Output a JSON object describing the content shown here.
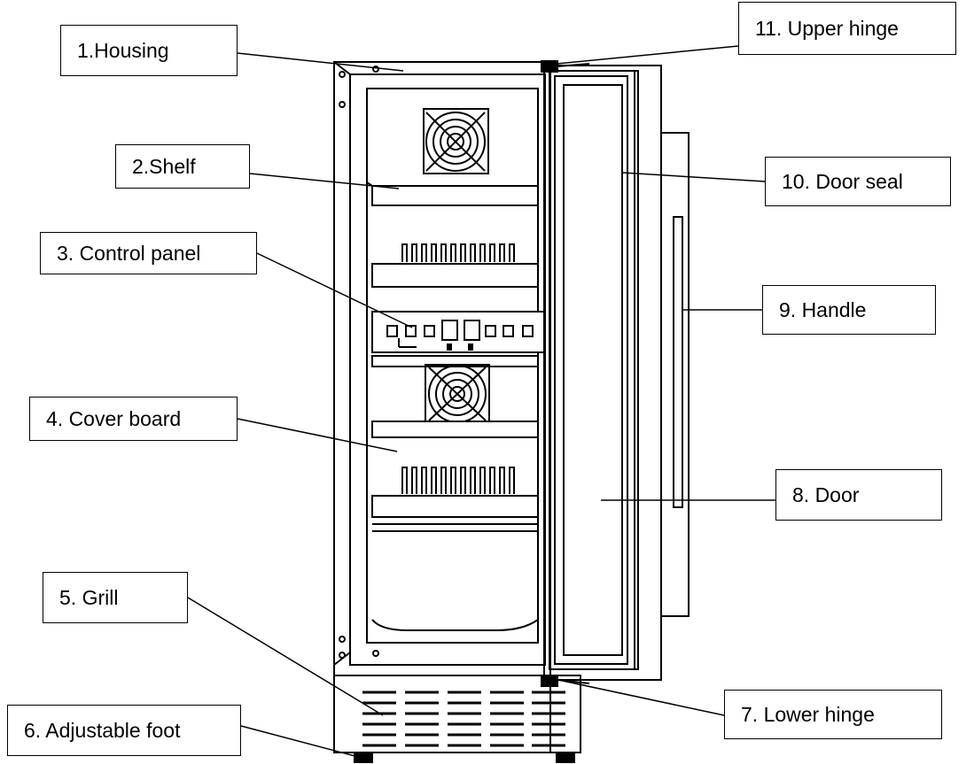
{
  "labels": {
    "housing": "1.Housing",
    "shelf": "2.Shelf",
    "control_panel": "3. Control panel",
    "cover_board": "4. Cover board",
    "grill": "5. Grill",
    "adjustable_foot": "6. Adjustable foot",
    "lower_hinge": "7. Lower hinge",
    "door": "8. Door",
    "handle": "9. Handle",
    "door_seal": "10. Door seal",
    "upper_hinge": "11. Upper hinge"
  },
  "colors": {
    "line": "#000000",
    "background": "#ffffff",
    "fill": "#e6e6e6"
  }
}
